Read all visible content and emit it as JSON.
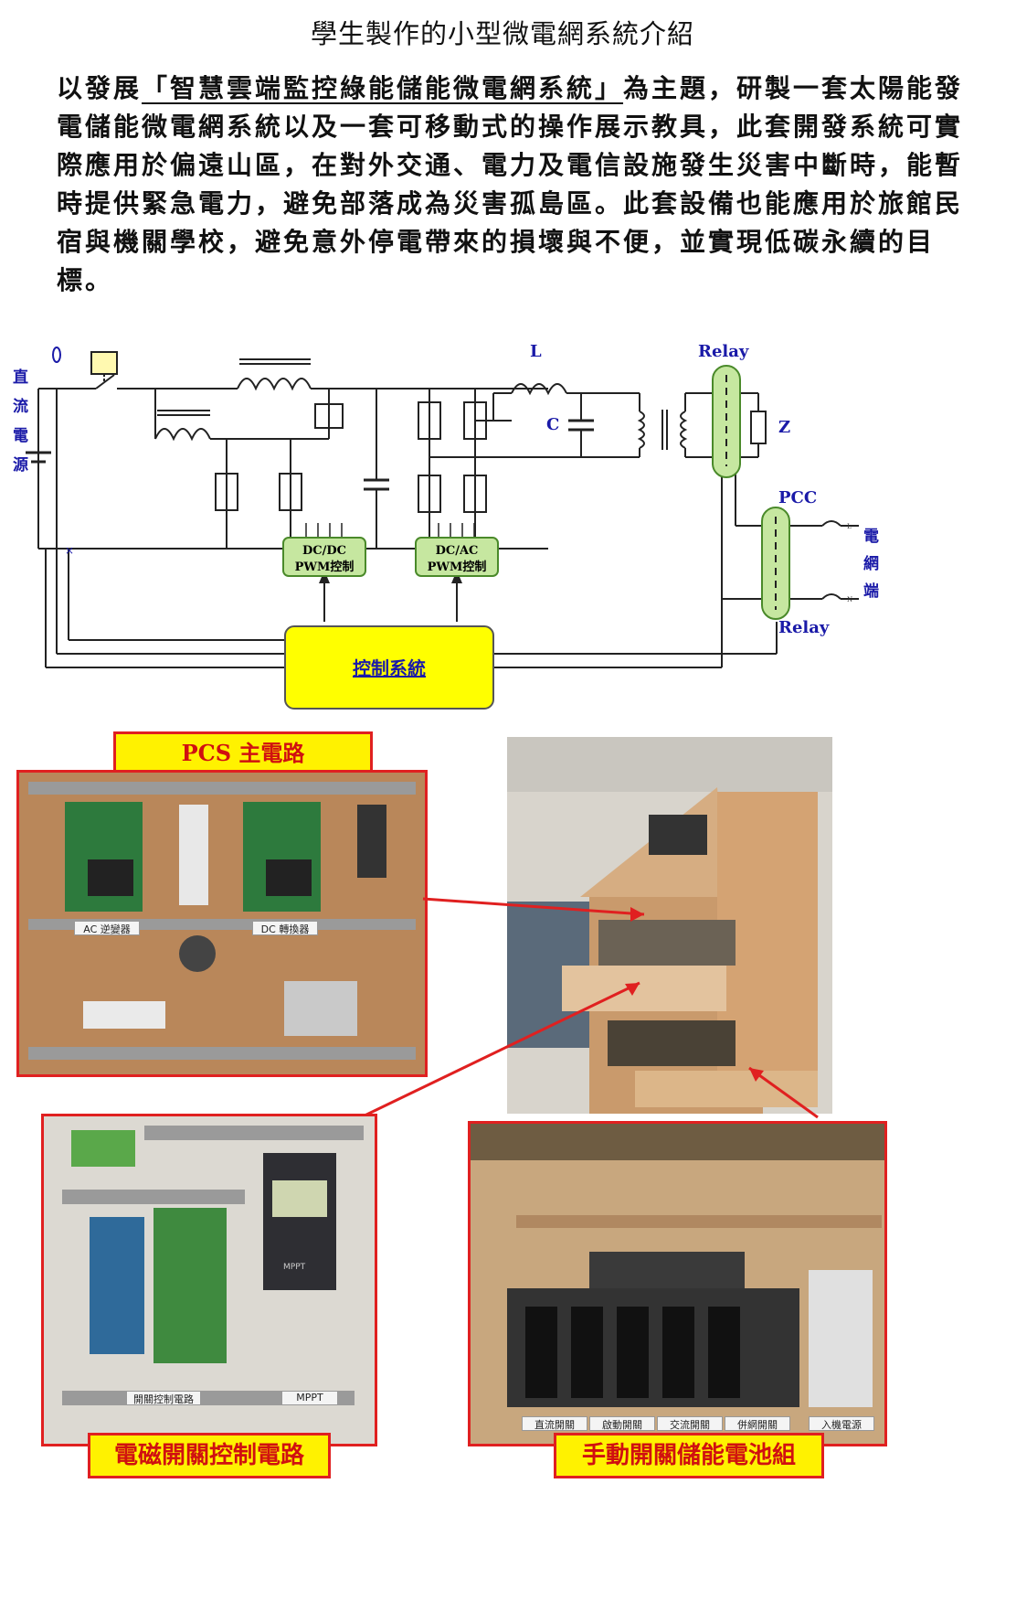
{
  "page": {
    "title": "學生製作的小型微電網系統介紹",
    "intro_prefix": "以發展",
    "intro_theme": "「智慧雲端監控綠能儲能微電網系統」",
    "intro_rest": "為主題，研製一套太陽能發電儲能微電網系統以及一套可移動式的操作展示教具，此套開發系統可實際應用於偏遠山區，在對外交通、電力及電信設施發生災害中斷時，能暫時提供緊急電力，避免部落成為災害孤島區。此套設備也能應用於旅館民宿與機關學校，避免意外停電帶來的損壞與不便，並實現低碳永續的目標。"
  },
  "circuit": {
    "dc_source": "直流電源",
    "inductor": "L",
    "capacitor": "C",
    "relay_top": "Relay",
    "load": "Z",
    "pcc": "PCC",
    "grid": "電網端",
    "relay_bottom": "Relay",
    "dcdc_line1": "DC/DC",
    "dcdc_line2": "PWM控制",
    "dcac_line1": "DC/AC",
    "dcac_line2": "PWM控制",
    "control_system": "控制系統",
    "sensor_mark": "×",
    "terminal_l": "L",
    "terminal_n": "N"
  },
  "photos": {
    "pcs_label": "PCS 主電路",
    "pcs_tag_ac": "AC 逆變器",
    "pcs_tag_dc": "DC 轉換器",
    "magnetic_label": "電磁開關控制電路",
    "magnetic_tag_ctrl": "開關控制電路",
    "magnetic_tag_mppt": "MPPT",
    "mppt_brand": "MPPT",
    "battery_label": "手動開關儲能電池組",
    "battery_tags": [
      "直流開關",
      "啟動開關",
      "交流開關",
      "併網開關",
      "入機電源"
    ]
  },
  "colors": {
    "accent_red": "#e02020",
    "label_yellow": "#fff200",
    "control_yellow": "#ffff00",
    "relay_green": "#c6e7a0",
    "circuit_blue": "#1a1aa8"
  }
}
